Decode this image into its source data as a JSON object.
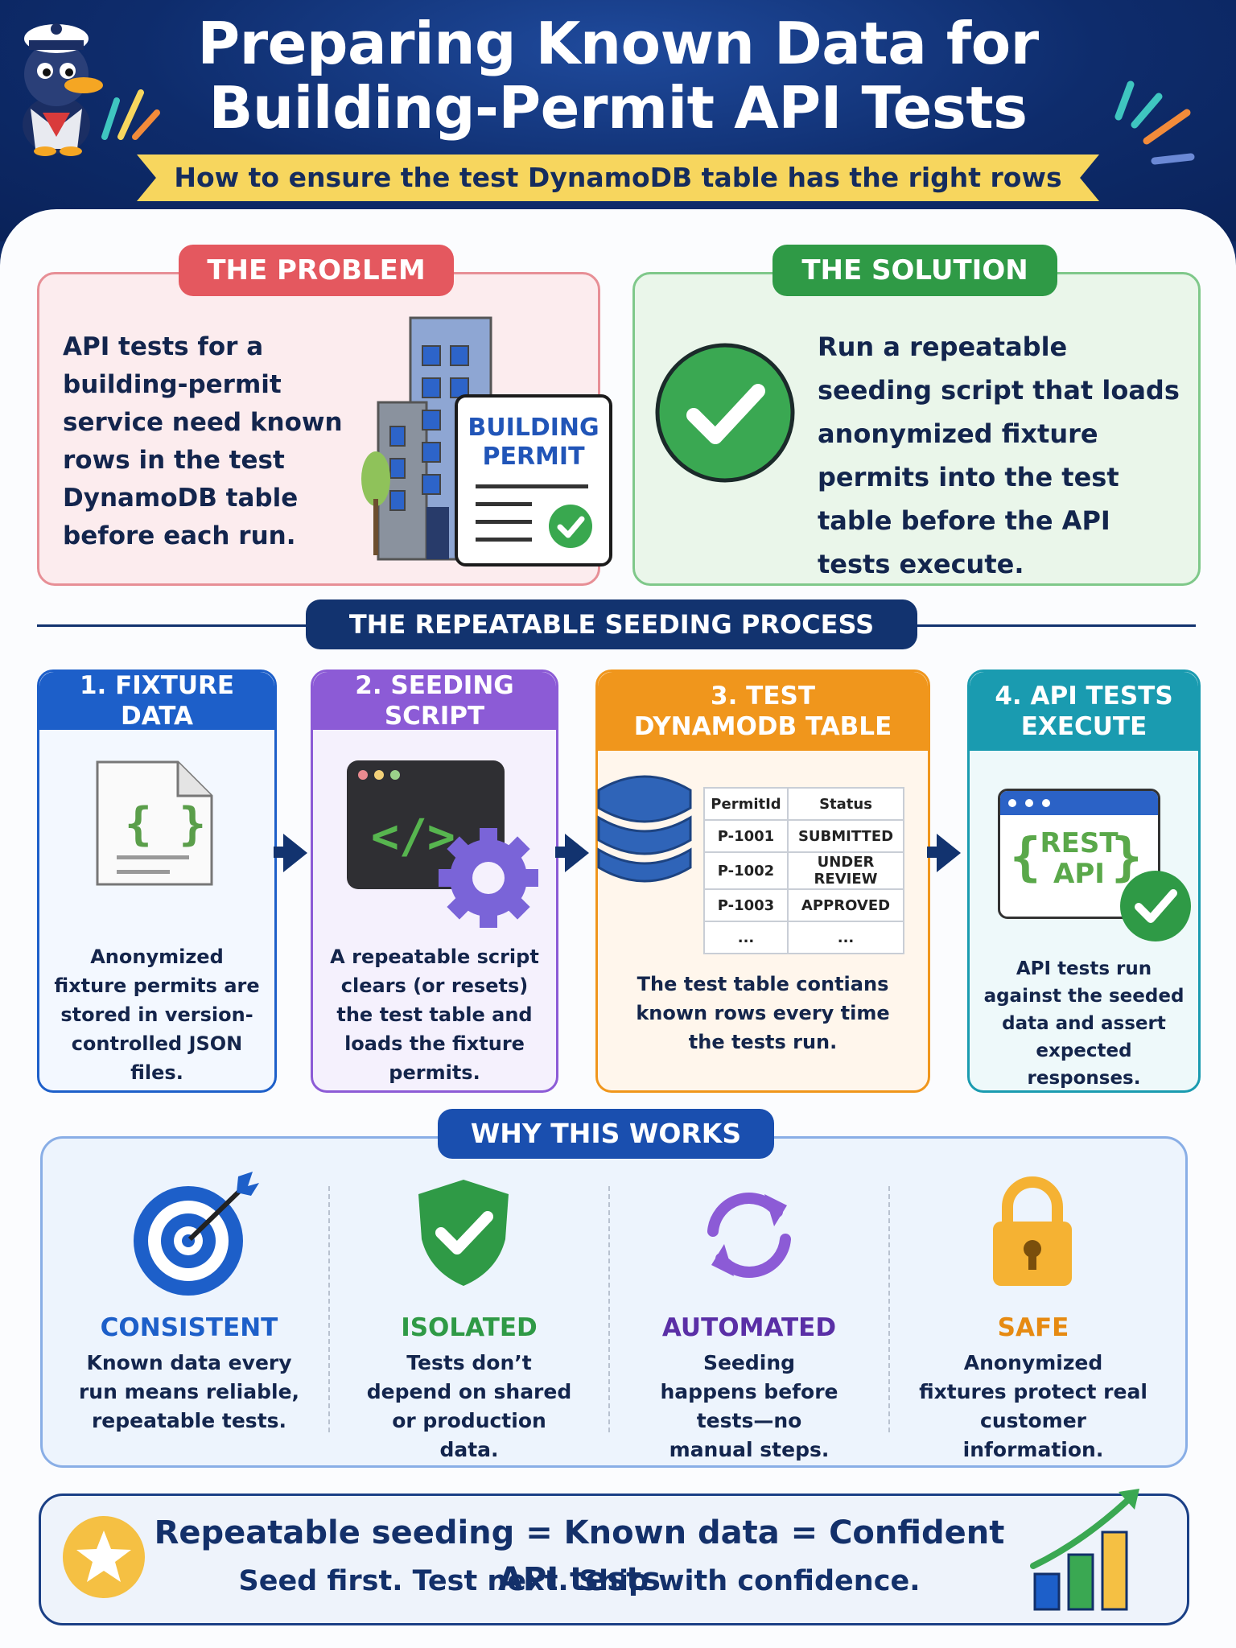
{
  "header": {
    "title_line1": "Preparing Known Data for",
    "title_line2": "Building-Permit API Tests",
    "subtitle": "How to ensure the test DynamoDB table has the right rows every time"
  },
  "problem": {
    "label": "THE PROBLEM",
    "text": "API tests for a building-permit service need known rows in the test DynamoDB table before each run.",
    "illustration_line1": "BUILDING",
    "illustration_line2": "PERMIT"
  },
  "solution": {
    "label": "THE SOLUTION",
    "text": "Run a repeatable seeding script that loads anonymized fixture permits into the test table before the API tests execute."
  },
  "process": {
    "label": "THE REPEATABLE SEEDING PROCESS",
    "steps": [
      {
        "title": "1. FIXTURE DATA",
        "desc": "Anonymized fixture permits are stored in version-controlled JSON files.",
        "color": "#1d5fc9"
      },
      {
        "title": "2. SEEDING SCRIPT",
        "desc": "A repeatable script clears (or resets) the test table and loads the fixture permits.",
        "color": "#8c5bd6"
      },
      {
        "title": "3. TEST DYNAMODB TABLE",
        "desc": "The test table contians known rows every time the tests run.",
        "color": "#f0961c"
      },
      {
        "title": "4. API TESTS EXECUTE",
        "desc": "API tests run against the seeded data and assert expected responses.",
        "color": "#1a9bb0"
      }
    ],
    "table": {
      "headers": [
        "PermitId",
        "Status"
      ],
      "rows": [
        [
          "P-1001",
          "SUBMITTED"
        ],
        [
          "P-1002",
          "UNDER REVIEW"
        ],
        [
          "P-1003",
          "APPROVED"
        ],
        [
          "...",
          "..."
        ]
      ]
    },
    "rest_api_line1": "REST",
    "rest_api_line2": "API"
  },
  "why": {
    "label": "WHY THIS WORKS",
    "items": [
      {
        "title": "CONSISTENT",
        "desc": "Known data every run means reliable, repeatable tests.",
        "color": "#1d5fc9",
        "icon": "target-icon"
      },
      {
        "title": "ISOLATED",
        "desc": "Tests don’t depend on shared or production data.",
        "color": "#2f9a46",
        "icon": "shield-check-icon"
      },
      {
        "title": "AUTOMATED",
        "desc": "Seeding happens before tests—no manual steps.",
        "color": "#6a3bb8",
        "icon": "refresh-icon"
      },
      {
        "title": "SAFE",
        "desc": "Anonymized fixtures protect real customer information.",
        "color": "#e68a12",
        "icon": "padlock-icon"
      }
    ]
  },
  "footer": {
    "line1": "Repeatable seeding = Known data = Confident API tests",
    "line2": "Seed first. Test next. Ship with confidence."
  }
}
